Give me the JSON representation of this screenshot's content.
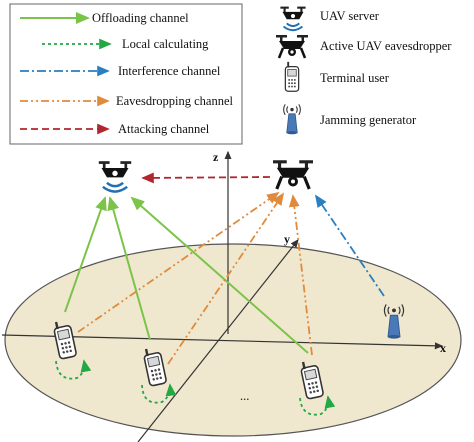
{
  "legend_left": {
    "items": [
      {
        "label": "Offloading channel",
        "color": "#7cc34a",
        "style": "solid"
      },
      {
        "label": "Local calculating",
        "color": "#22a845",
        "style": "dotted"
      },
      {
        "label": "Interference channel",
        "color": "#2a7fc1",
        "style": "dashdot"
      },
      {
        "label": "Eavesdropping channel",
        "color": "#e08a3c",
        "style": "dashdotdot"
      },
      {
        "label": "Attacking channel",
        "color": "#b0272d",
        "style": "dashed"
      }
    ]
  },
  "legend_right": {
    "items": [
      {
        "label": "UAV server",
        "icon": "uav-server-icon"
      },
      {
        "label": "Active UAV eavesdropper",
        "icon": "uav-eavesdropper-icon"
      },
      {
        "label": "Terminal user",
        "icon": "phone-icon"
      },
      {
        "label": "Jamming generator",
        "icon": "jammer-icon"
      }
    ]
  },
  "axes": {
    "x": "x",
    "y": "y",
    "z": "z"
  },
  "ellipsis": "...",
  "colors": {
    "ground_fill": "#efe8cf",
    "offloading": "#7cc34a",
    "local": "#22a845",
    "interference": "#2a7fc1",
    "eavesdropping": "#e08a3c",
    "attacking": "#b0272d",
    "uav_server": "#1f6fb5",
    "jammer": "#4a79b8"
  }
}
